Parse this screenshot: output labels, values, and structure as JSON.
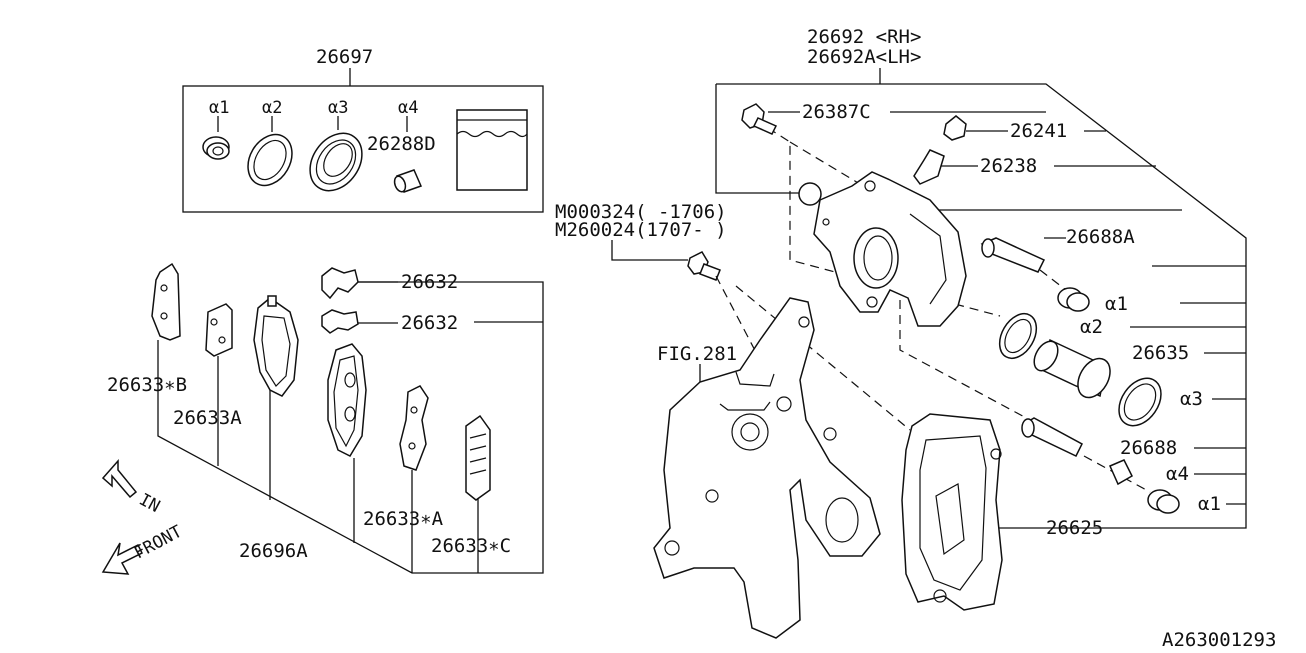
{
  "labels": {
    "kit": "26697",
    "a1": "α1",
    "a2": "α2",
    "a3": "α3",
    "a4": "α4",
    "pin_kit": "26288D",
    "clip_top": "26632",
    "clip_bottom": "26632",
    "shim_b": "26633∗B",
    "shim_a": "26633A",
    "pad": "26696A",
    "shim_star_a": "26633∗A",
    "shim_c": "26633∗C",
    "caliper_rh": "26692 <RH>",
    "caliper_lh": "26692A<LH>",
    "bolt_c": "26387C",
    "cap": "26241",
    "bleeder": "26238",
    "guide_pin_a": "26688A",
    "r_a1": "α1",
    "r_a2": "α2",
    "piston": "26635",
    "r_a3": "α3",
    "guide_pin": "26688",
    "r_a4": "α4",
    "r_a1b": "α1",
    "support": "26625",
    "bolt_m1": "M000324( -1706)",
    "bolt_m2": "M260024(1707- )",
    "fig": "FIG.281",
    "in_arrow": "IN",
    "front_arrow": "FRONT",
    "diagram_id": "A263001293"
  }
}
